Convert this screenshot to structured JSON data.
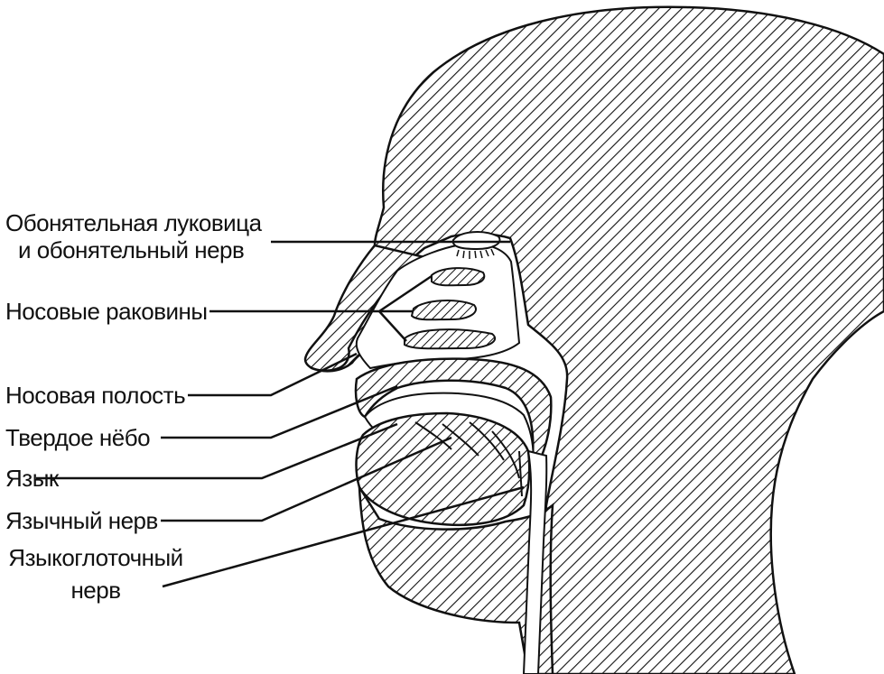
{
  "labels": {
    "olfactory_bulb_line1": "Обонятельная луковица",
    "olfactory_bulb_line2": "и обонятельный нерв",
    "nasal_conchae": "Носовые раковины",
    "nasal_cavity": "Носовая полость",
    "hard_palate": "Твердое нёбо",
    "tongue": "Язык",
    "lingual_nerve": "Язычный нерв",
    "glossopharyngeal_line1": "Языкоглоточный",
    "glossopharyngeal_line2": "нерв"
  },
  "colors": {
    "ink": "#111111",
    "background": "#ffffff"
  }
}
